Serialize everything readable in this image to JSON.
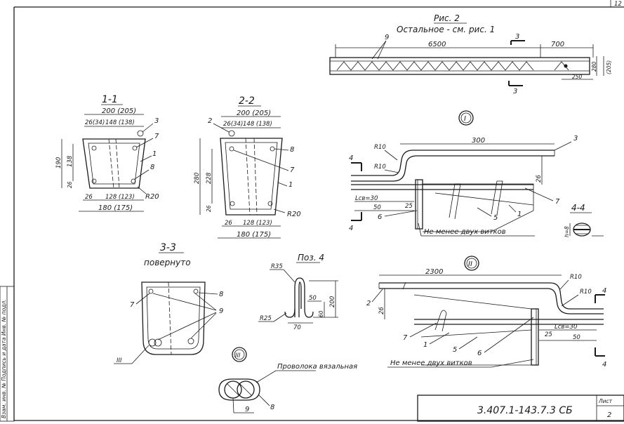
{
  "sheet": {
    "corner_number": "12",
    "stamp_number": "3.407.1-143.7.3 СБ",
    "list_label": "Лист",
    "list_number": "2",
    "side_stamp": "Взам. инв. №  Подпись и дата  Инв. № подл."
  },
  "fig2": {
    "title": "Рис. 2",
    "subtitle": "Остальное - см. рис. 1",
    "dims": [
      "6500",
      "700",
      "250",
      "280",
      "(205)"
    ],
    "callouts": [
      "9"
    ],
    "cut_marks": [
      "3",
      "3"
    ]
  },
  "section_1_1": {
    "title": "1-1",
    "dims": [
      "200 (205)",
      "26(34)",
      "148 (138)",
      "190",
      "138",
      "26",
      "26",
      "128 (123)",
      "180 (175)"
    ],
    "callouts": [
      "3",
      "7",
      "1",
      "8",
      "R20"
    ]
  },
  "section_2_2": {
    "title": "2-2",
    "dims": [
      "200 (205)",
      "26(34)",
      "148 (138)",
      "280",
      "228",
      "26",
      "26",
      "128 (123)",
      "180 (175)"
    ],
    "callouts": [
      "2",
      "8",
      "7",
      "1",
      "R20"
    ]
  },
  "detail_1": {
    "marker": "I",
    "dims": [
      "R10",
      "R10",
      "300",
      "26",
      "Lсв=30",
      "50",
      "25"
    ],
    "callouts": [
      "3",
      "7",
      "1",
      "5",
      "6"
    ],
    "cut_marks": [
      "4",
      "4"
    ],
    "note": "Не менее двух витков"
  },
  "section_4_4": {
    "title": "4-4",
    "dims": [
      "h=8"
    ]
  },
  "section_3_3": {
    "title": "3-3",
    "subtitle": "повернуто",
    "callouts": [
      "7",
      "8",
      "9",
      "III"
    ]
  },
  "pos4": {
    "title": "Поз. 4",
    "dims": [
      "R35",
      "50",
      "60",
      "200",
      "70",
      "R25"
    ]
  },
  "detail_2": {
    "marker": "II",
    "dims": [
      "2300",
      "R10",
      "R10",
      "26",
      "Lсв=30",
      "25",
      "50"
    ],
    "callouts": [
      "2",
      "7",
      "1",
      "5",
      "6"
    ],
    "cut_marks": [
      "4",
      "4"
    ],
    "note": "Не менее двух витков"
  },
  "detail_3": {
    "marker": "III",
    "label": "Проволока вязальная",
    "callouts": [
      "9",
      "8"
    ]
  }
}
